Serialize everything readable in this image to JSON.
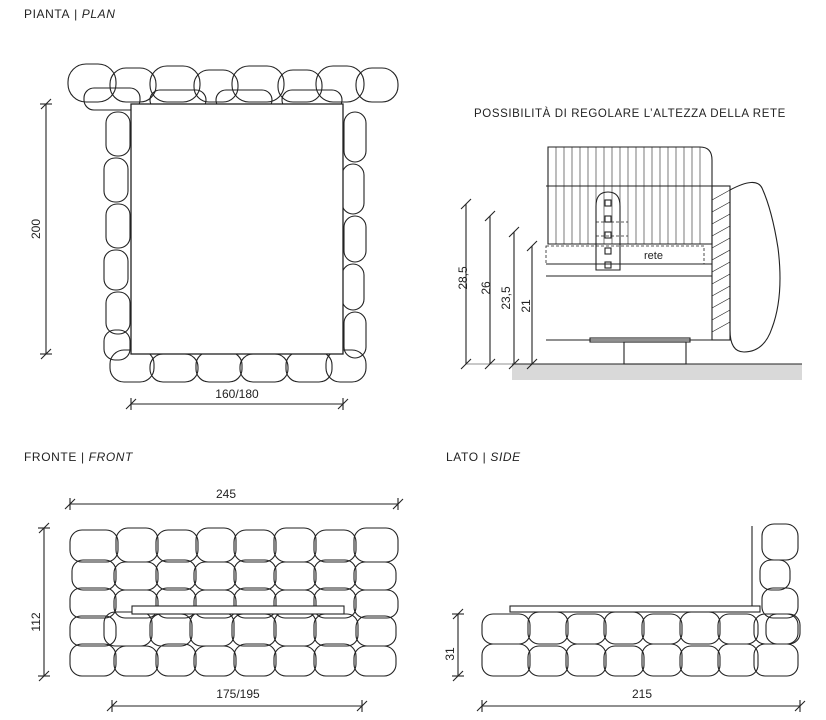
{
  "labels": {
    "plan_it": "PIANTA",
    "plan_en": "PLAN",
    "front_it": "FRONTE",
    "front_en": "FRONT",
    "side_it": "LATO",
    "side_en": "SIDE",
    "separator": "|",
    "height_title": "POSSIBILITÀ DI REGOLARE L’ALTEZZA DELLA RETE"
  },
  "dimensions": {
    "plan_depth": "200",
    "plan_width": "160/180",
    "detail_h1": "28,5",
    "detail_h2": "26",
    "detail_h3": "23,5",
    "detail_h4": "21",
    "detail_rete": "rete",
    "front_width": "245",
    "front_height": "112",
    "front_inner_width": "175/195",
    "side_height": "31",
    "side_length": "215"
  },
  "colors": {
    "line": "#222222",
    "floor": "#d9d9d9"
  }
}
